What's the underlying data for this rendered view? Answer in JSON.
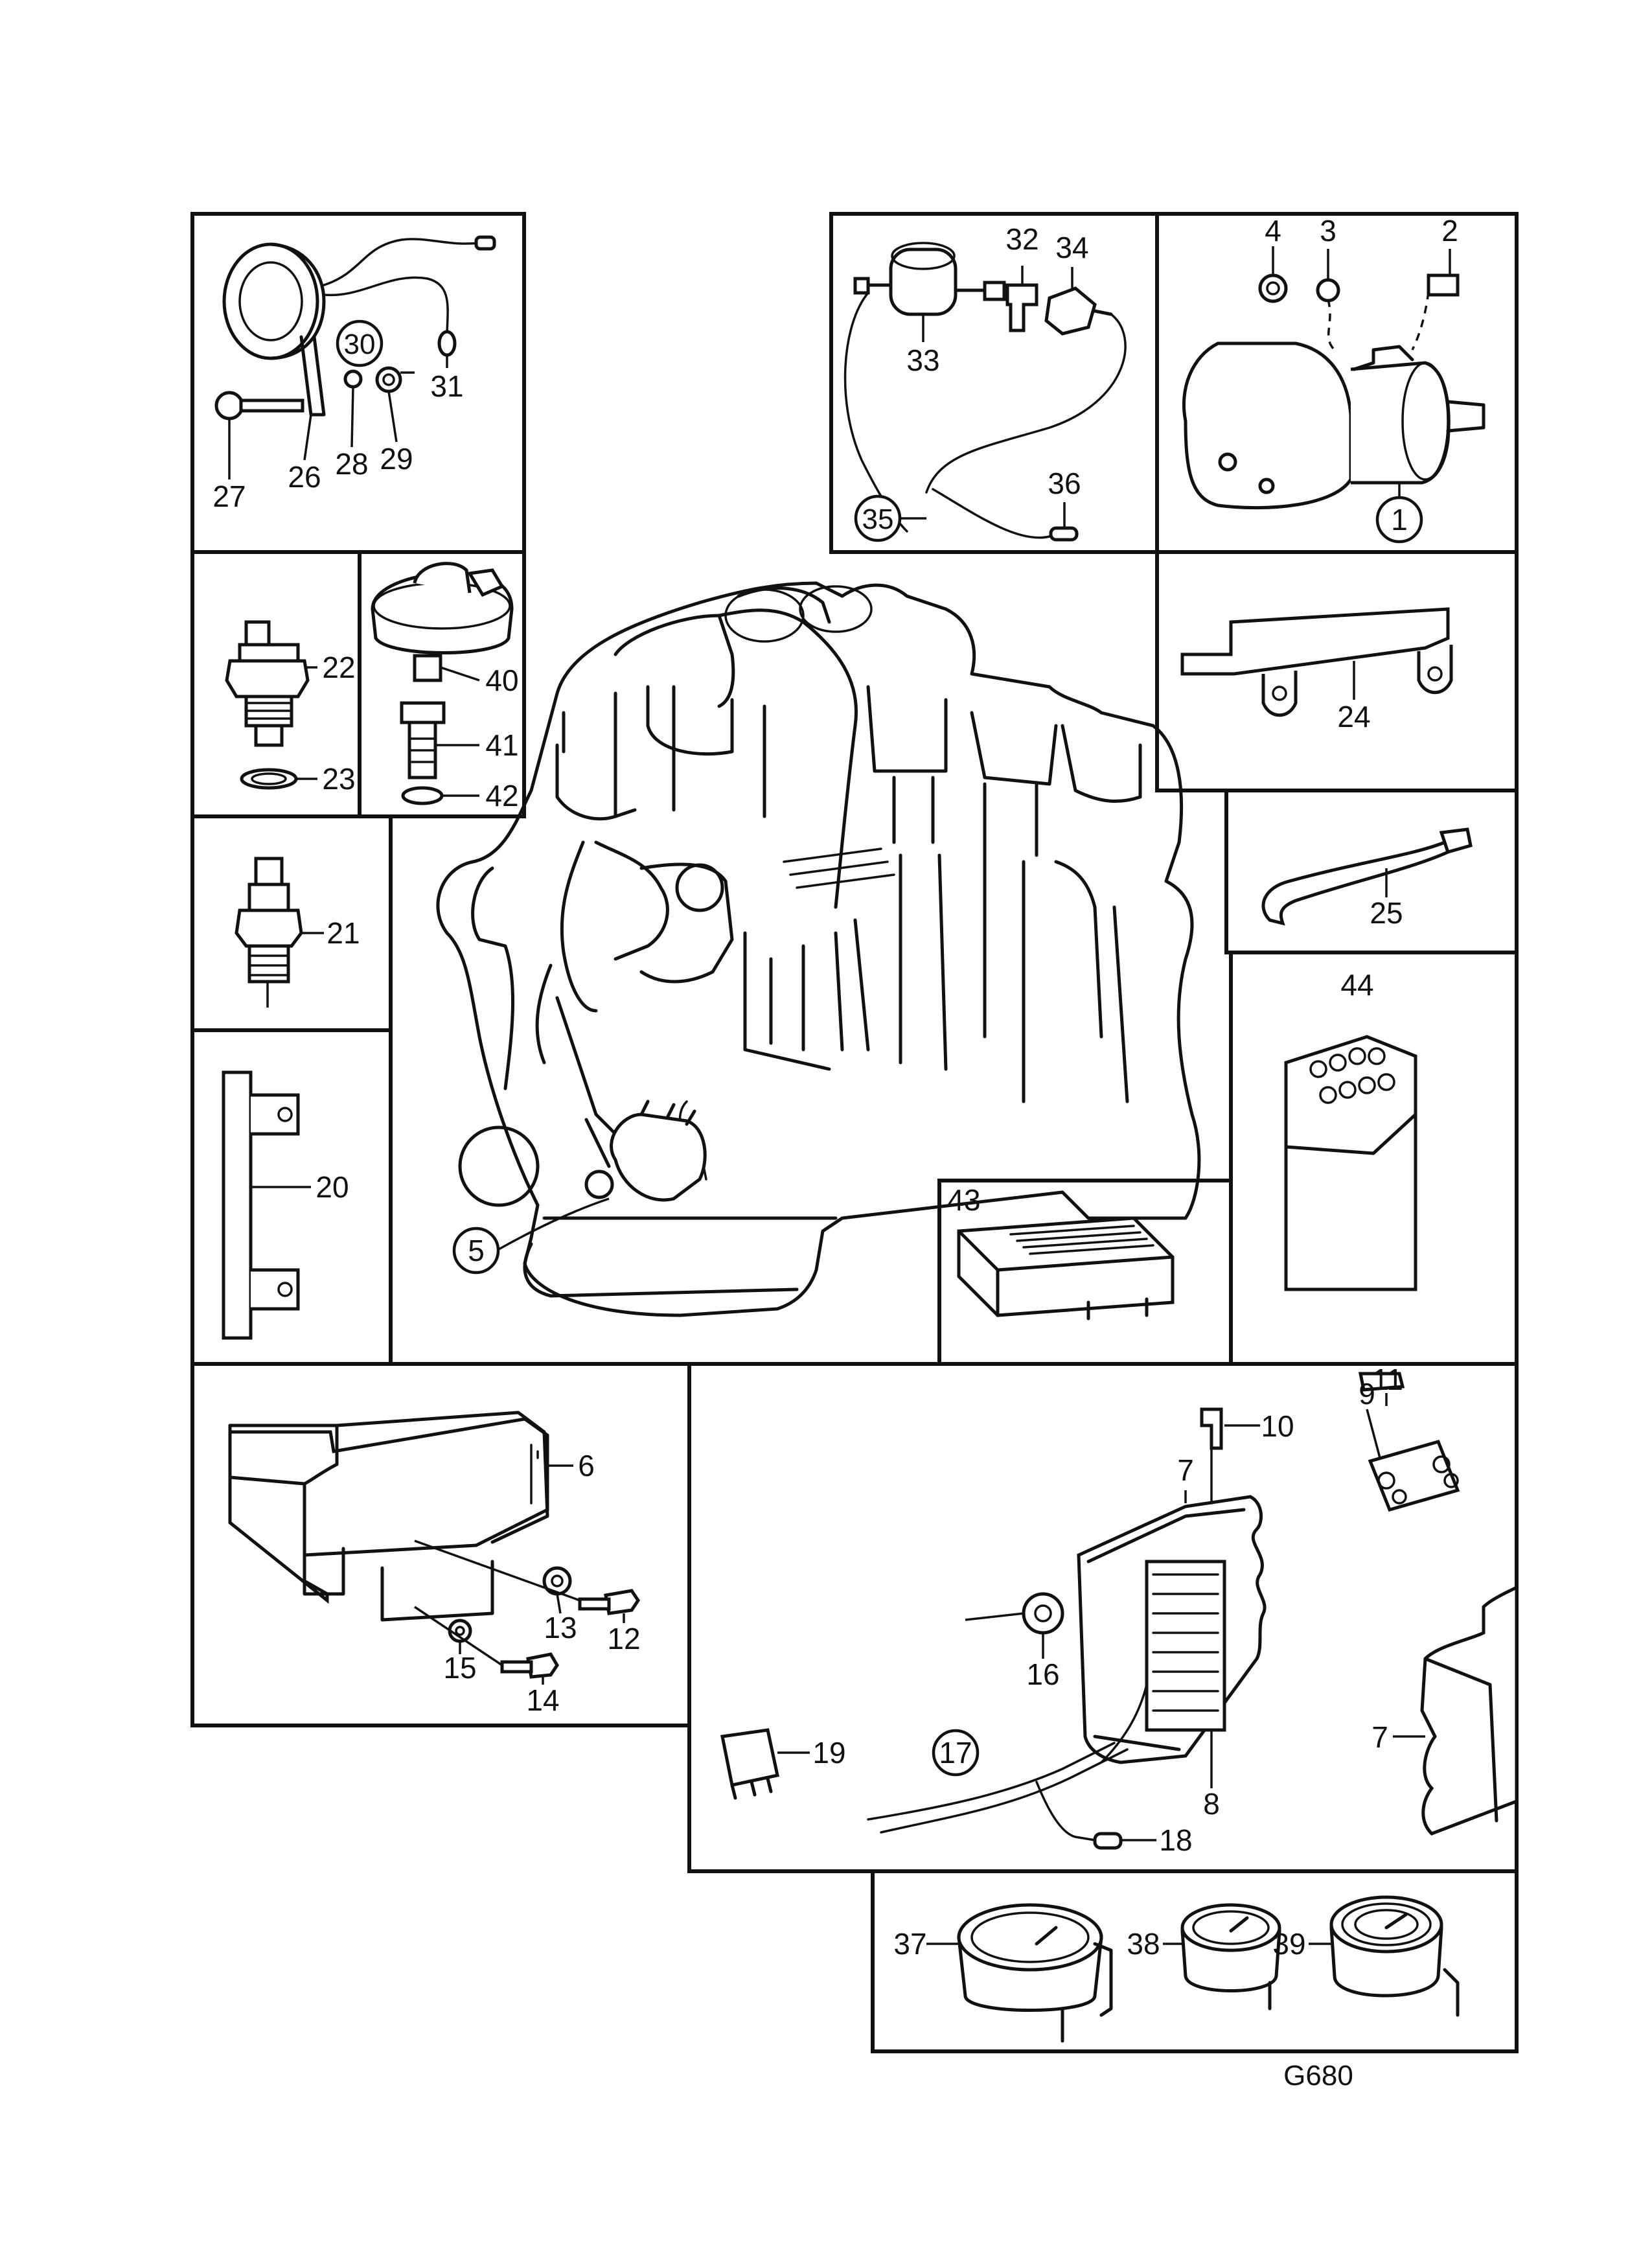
{
  "drawing_code": "G680",
  "callouts": {
    "p1": "1",
    "p2": "2",
    "p3": "3",
    "p4": "4",
    "p5": "5",
    "p6": "6",
    "p7": "7",
    "p8": "8",
    "p9": "9",
    "p10": "10",
    "p11": "11",
    "p12": "12",
    "p13": "13",
    "p14": "14",
    "p15": "15",
    "p16": "16",
    "p17": "17",
    "p18": "18",
    "p19": "19",
    "p20": "20",
    "p21": "21",
    "p22": "22",
    "p23": "23",
    "p24": "24",
    "p25": "25",
    "p26": "26",
    "p27": "27",
    "p28": "28",
    "p29": "29",
    "p30": "30",
    "p31": "31",
    "p32": "32",
    "p33": "33",
    "p34": "34",
    "p35": "35",
    "p36": "36",
    "p37": "37",
    "p38": "38",
    "p39": "39",
    "p40": "40",
    "p41": "41",
    "p42": "42",
    "p43": "43",
    "p44": "44"
  }
}
